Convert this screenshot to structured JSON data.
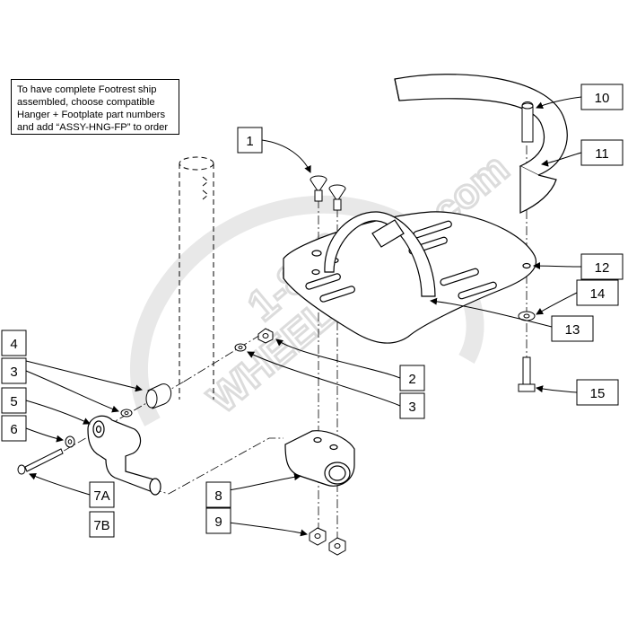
{
  "note": {
    "lines": [
      "To have complete Footrest ship",
      "assembled, choose compatible",
      "Hanger + Footplate part numbers",
      "and add “ASSY-HNG-FP” to order"
    ]
  },
  "watermark": {
    "line1": "1-800",
    "line2": "WHEELCHAIR.com"
  },
  "callouts": [
    {
      "id": "1",
      "label": "1"
    },
    {
      "id": "2",
      "label": "2"
    },
    {
      "id": "3a",
      "label": "3"
    },
    {
      "id": "3b",
      "label": "3"
    },
    {
      "id": "4",
      "label": "4"
    },
    {
      "id": "5",
      "label": "5"
    },
    {
      "id": "6",
      "label": "6"
    },
    {
      "id": "7a",
      "label": "7A"
    },
    {
      "id": "7b",
      "label": "7B"
    },
    {
      "id": "8",
      "label": "8"
    },
    {
      "id": "9",
      "label": "9"
    },
    {
      "id": "10",
      "label": "10"
    },
    {
      "id": "11",
      "label": "11"
    },
    {
      "id": "12",
      "label": "12"
    },
    {
      "id": "13",
      "label": "13"
    },
    {
      "id": "14",
      "label": "14"
    },
    {
      "id": "15",
      "label": "15"
    }
  ],
  "colors": {
    "line": "#000000",
    "watermark": "#e6e6e6",
    "part_fill": "#ffffff"
  }
}
